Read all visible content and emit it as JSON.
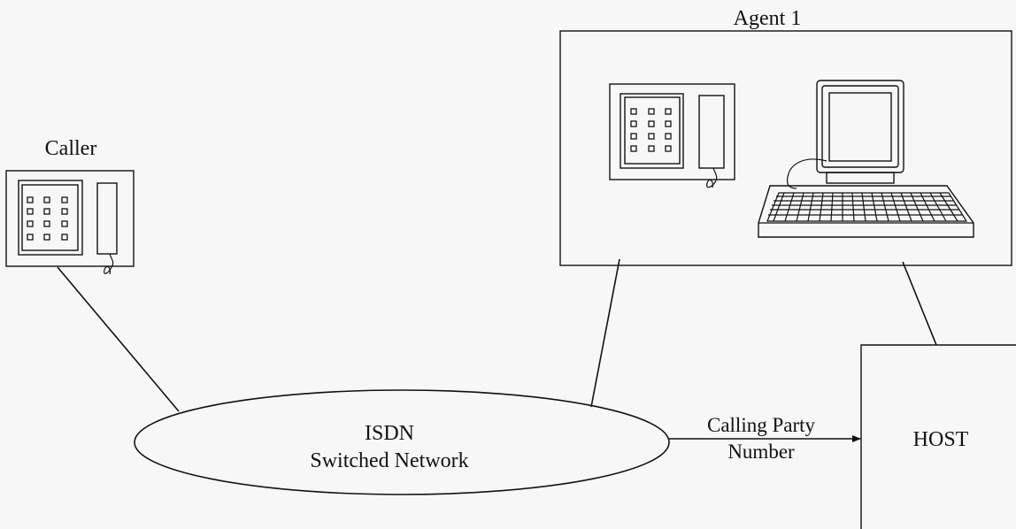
{
  "labels": {
    "caller": "Caller",
    "agent": "Agent 1",
    "network_line1": "ISDN",
    "network_line2": "Switched Network",
    "calling_line1": "Calling Party",
    "calling_line2": "Number",
    "host": "HOST"
  },
  "icons": {
    "caller_phone": "telephone-icon",
    "agent_phone": "telephone-icon",
    "agent_computer": "computer-terminal-icon"
  }
}
